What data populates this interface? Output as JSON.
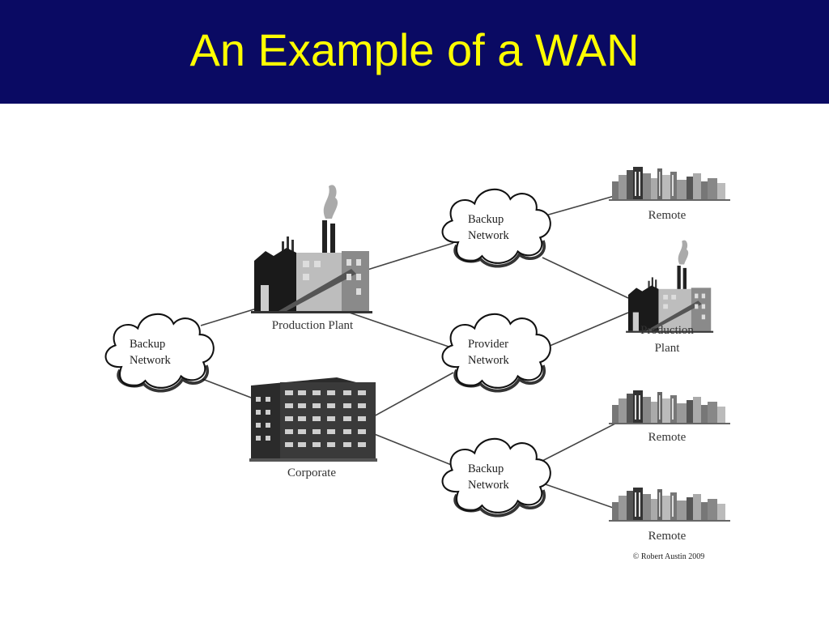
{
  "slide": {
    "title": "An Example of a WAN",
    "title_color": "#ffff00",
    "title_bar_color": "#0a0a63"
  },
  "diagram": {
    "clouds": {
      "left_backup": {
        "line1": "Backup",
        "line2": "Network"
      },
      "top_backup": {
        "line1": "Backup",
        "line2": "Network"
      },
      "provider": {
        "line1": "Provider",
        "line2": "Network"
      },
      "bottom_backup": {
        "line1": "Backup",
        "line2": "Network"
      }
    },
    "sites": {
      "production_plant_main": "Production Plant",
      "corporate": "Corporate",
      "remote_top": "Remote",
      "production_plant_right_line1": "Production",
      "production_plant_right_line2": "Plant",
      "remote_middle": "Remote",
      "remote_bottom": "Remote"
    },
    "copyright": "© Robert Austin 2009"
  }
}
